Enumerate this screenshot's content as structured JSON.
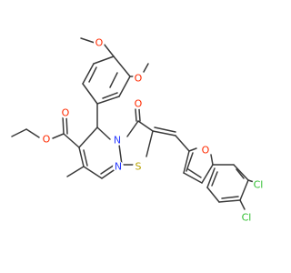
{
  "colors": {
    "bond": "#3a3a3a",
    "oxygen": "#ff2a00",
    "nitrogen": "#2a3cff",
    "sulfur": "#b8a200",
    "chlorine": "#2fbf2f",
    "background": "#ffffff"
  },
  "labels": {
    "o_methoxy1": "O",
    "o_methoxy2": "O",
    "o_ester_carbonyl": "O",
    "o_ester_ether": "O",
    "o_ketone": "O",
    "n_ring": "N",
    "n_imine": "N",
    "s_thiazole": "S",
    "o_furan": "O",
    "cl_1": "Cl",
    "cl_2": "Cl"
  }
}
